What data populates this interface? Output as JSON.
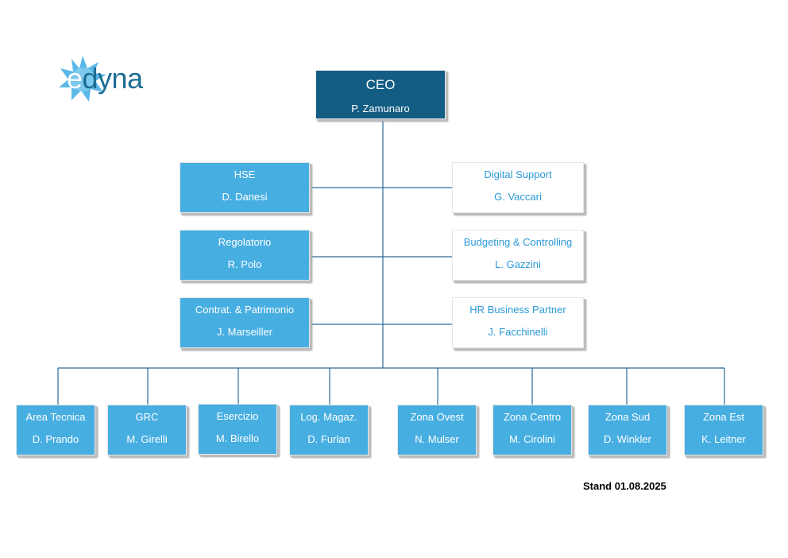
{
  "logo": {
    "first_letter": "e",
    "rest": "dyna"
  },
  "ceo": {
    "title": "CEO",
    "name": "P. Zamunaro"
  },
  "staff_left": [
    {
      "title": "HSE",
      "name": "D. Danesi"
    },
    {
      "title": "Regolatorio",
      "name": "R. Polo"
    },
    {
      "title": "Contrat. & Patrimonio",
      "name": "J. Marseiller"
    }
  ],
  "staff_right": [
    {
      "title": "Digital Support",
      "name": "G. Vaccari"
    },
    {
      "title": "Budgeting & Controlling",
      "name": "L. Gazzini"
    },
    {
      "title": "HR Business Partner",
      "name": "J. Facchinelli"
    }
  ],
  "departments": [
    {
      "title": "Area Tecnica",
      "name": "D. Prando"
    },
    {
      "title": "GRC",
      "name": "M. Girelli"
    },
    {
      "title": "Esercizio",
      "name": "M. Birello"
    },
    {
      "title": "Log. Magaz.",
      "name": "D. Furlan"
    },
    {
      "title": "Zona Ovest",
      "name": "N. Mulser"
    },
    {
      "title": "Zona Centro",
      "name": "M. Cirolini"
    },
    {
      "title": "Zona Sud",
      "name": "D. Winkler"
    },
    {
      "title": "Zona Est",
      "name": "K. Leitner"
    }
  ],
  "footer": {
    "stand": "Stand 01.08.2025"
  },
  "colors": {
    "ceo_fill": "#135d84",
    "box_fill": "#47aee1",
    "outline_text": "#2b9ad6",
    "connector": "#2e6b9a",
    "logo_text": "#1d6d93",
    "logo_star": "#5bb8e8"
  }
}
